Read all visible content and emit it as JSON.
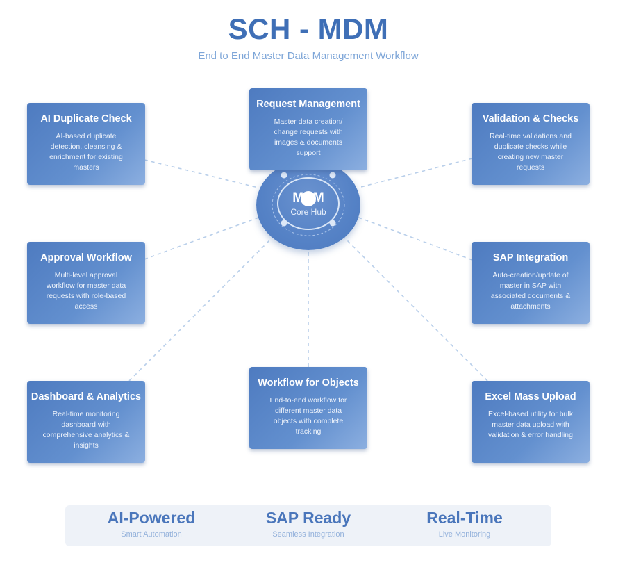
{
  "header": {
    "title": "SCH - MDM",
    "subtitle": "End to End Master Data Management Workflow"
  },
  "hub": {
    "title": "MDM",
    "subtitle": "Core Hub"
  },
  "cards": {
    "request_management": {
      "title": "Request Management",
      "description": "Master data creation/ change requests with images & documents support"
    },
    "ai_duplicate_check": {
      "title": "AI Duplicate Check",
      "description": "AI-based duplicate detection, cleansing & enrichment for existing masters"
    },
    "validation_checks": {
      "title": "Validation & Checks",
      "description": "Real-time validations and duplicate checks while creating new master requests"
    },
    "approval_workflow": {
      "title": "Approval Workflow",
      "description": "Multi-level approval workflow for master data requests with role-based access"
    },
    "sap_integration": {
      "title": "SAP Integration",
      "description": "Auto-creation/update of master in SAP with associated documents & attachments"
    },
    "dashboard_analytics": {
      "title": "Dashboard & Analytics",
      "description": "Real-time monitoring dashboard with comprehensive analytics & insights"
    },
    "workflow_objects": {
      "title": "Workflow for Objects",
      "description": "End-to-end workflow for different master data objects with complete tracking"
    },
    "excel_mass_upload": {
      "title": "Excel Mass Upload",
      "description": "Excel-based utility for bulk master data upload with validation & error handling"
    }
  },
  "footer": {
    "stats": [
      {
        "label": "AI-Powered",
        "caption": "Smart Automation"
      },
      {
        "label": "SAP Ready",
        "caption": "Seamless Integration"
      },
      {
        "label": "Real-Time",
        "caption": "Live Monitoring"
      }
    ]
  },
  "colors": {
    "primary": "#3f6fb6",
    "card_start": "#4e7bc0",
    "card_end": "#8cafe0",
    "connector": "#b9cfea",
    "footer_bg": "#eef2f8"
  }
}
